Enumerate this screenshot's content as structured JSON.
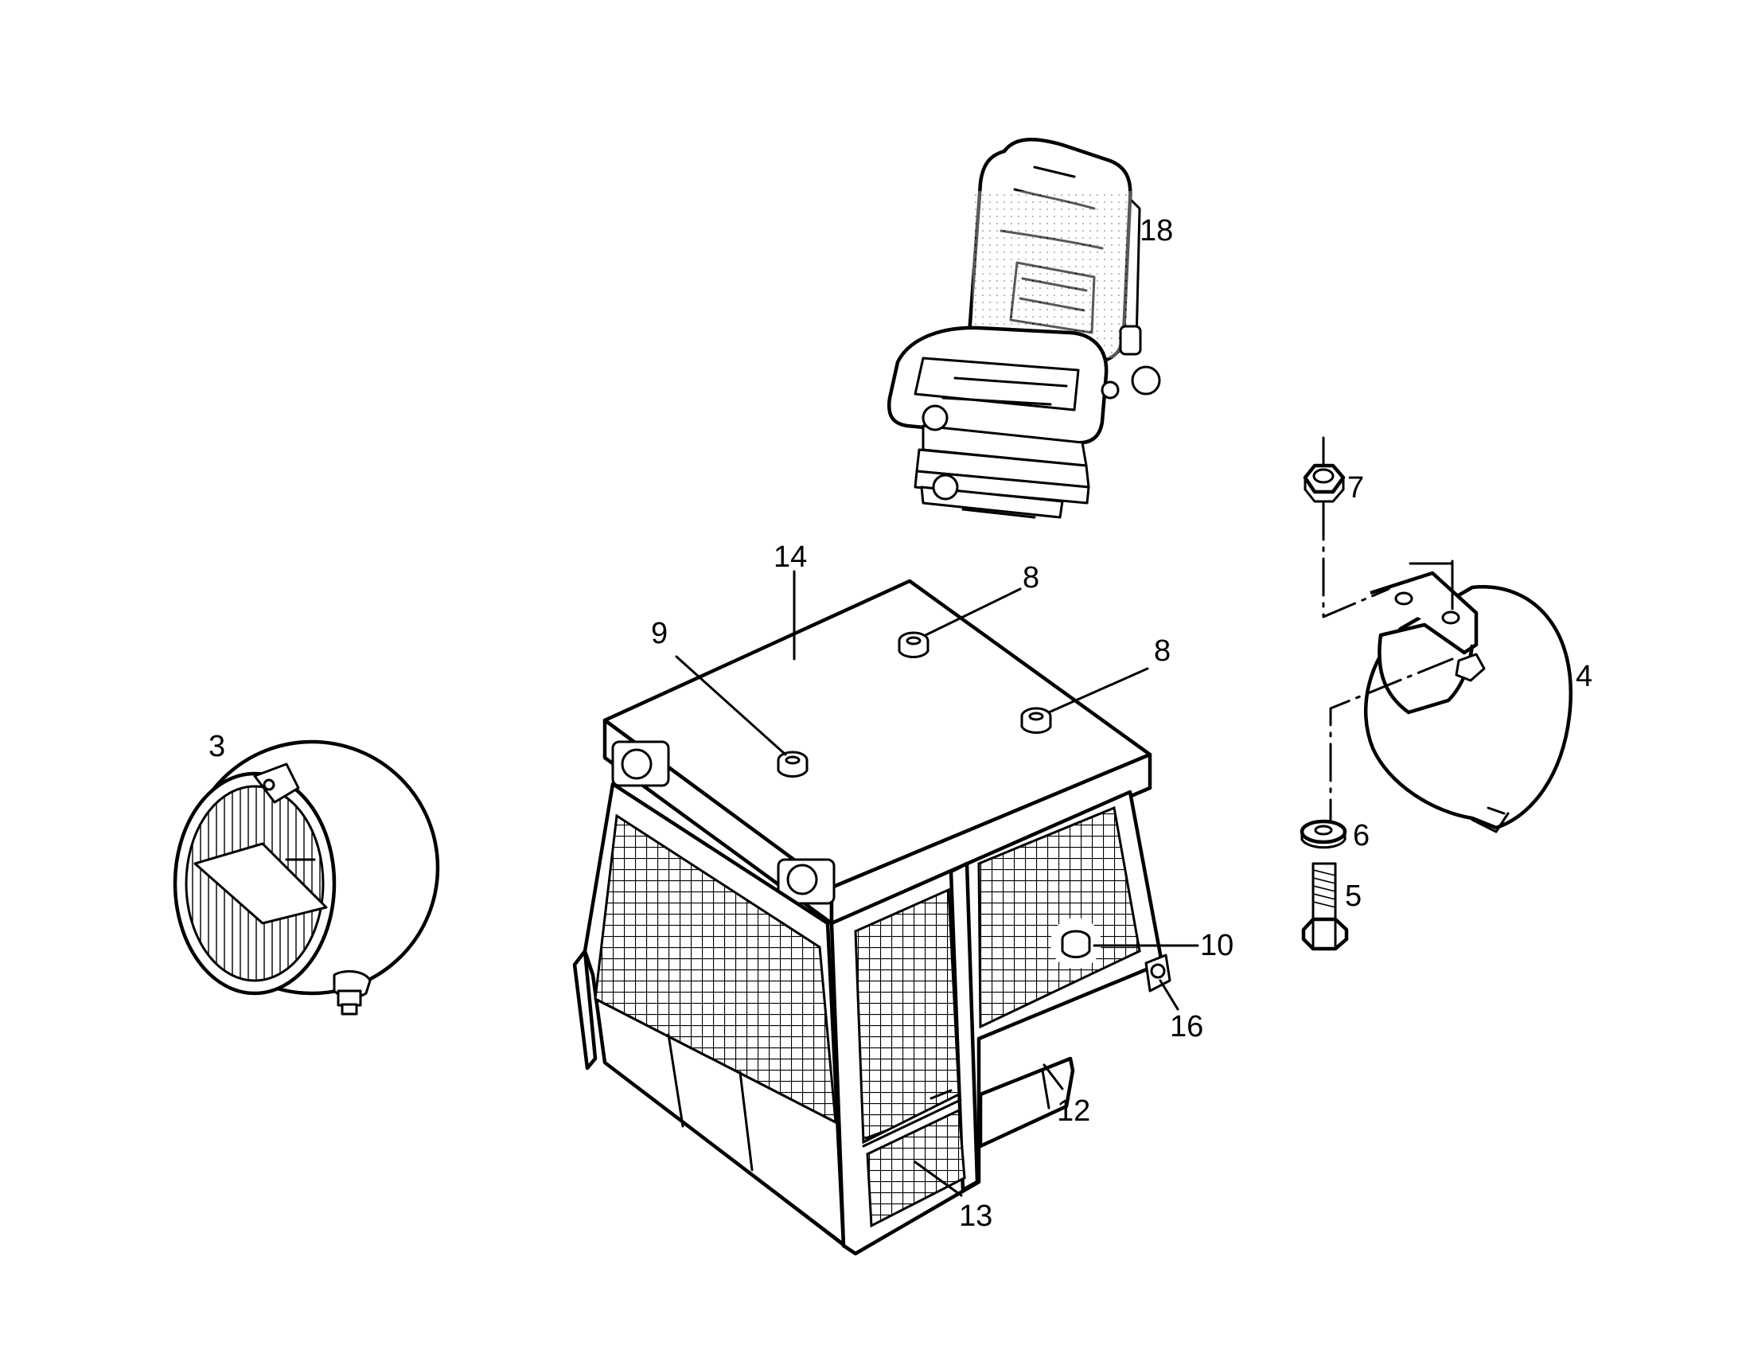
{
  "diagram": {
    "parts": [
      {
        "id": "cab",
        "name": "cab-canopy"
      },
      {
        "id": "seat",
        "name": "operator-seat"
      },
      {
        "id": "work-light",
        "name": "work-light"
      },
      {
        "id": "horn",
        "name": "horn"
      },
      {
        "id": "hardware",
        "name": "fastener-set"
      }
    ],
    "labels": {
      "l3": "3",
      "l4": "4",
      "l5": "5",
      "l6": "6",
      "l7": "7",
      "l8a": "8",
      "l8b": "8",
      "l9": "9",
      "l10": "10",
      "l12": "12",
      "l13": "13",
      "l14": "14",
      "l16": "16",
      "l18": "18"
    },
    "colors": {
      "ink": "#000000",
      "paper": "#ffffff"
    }
  }
}
